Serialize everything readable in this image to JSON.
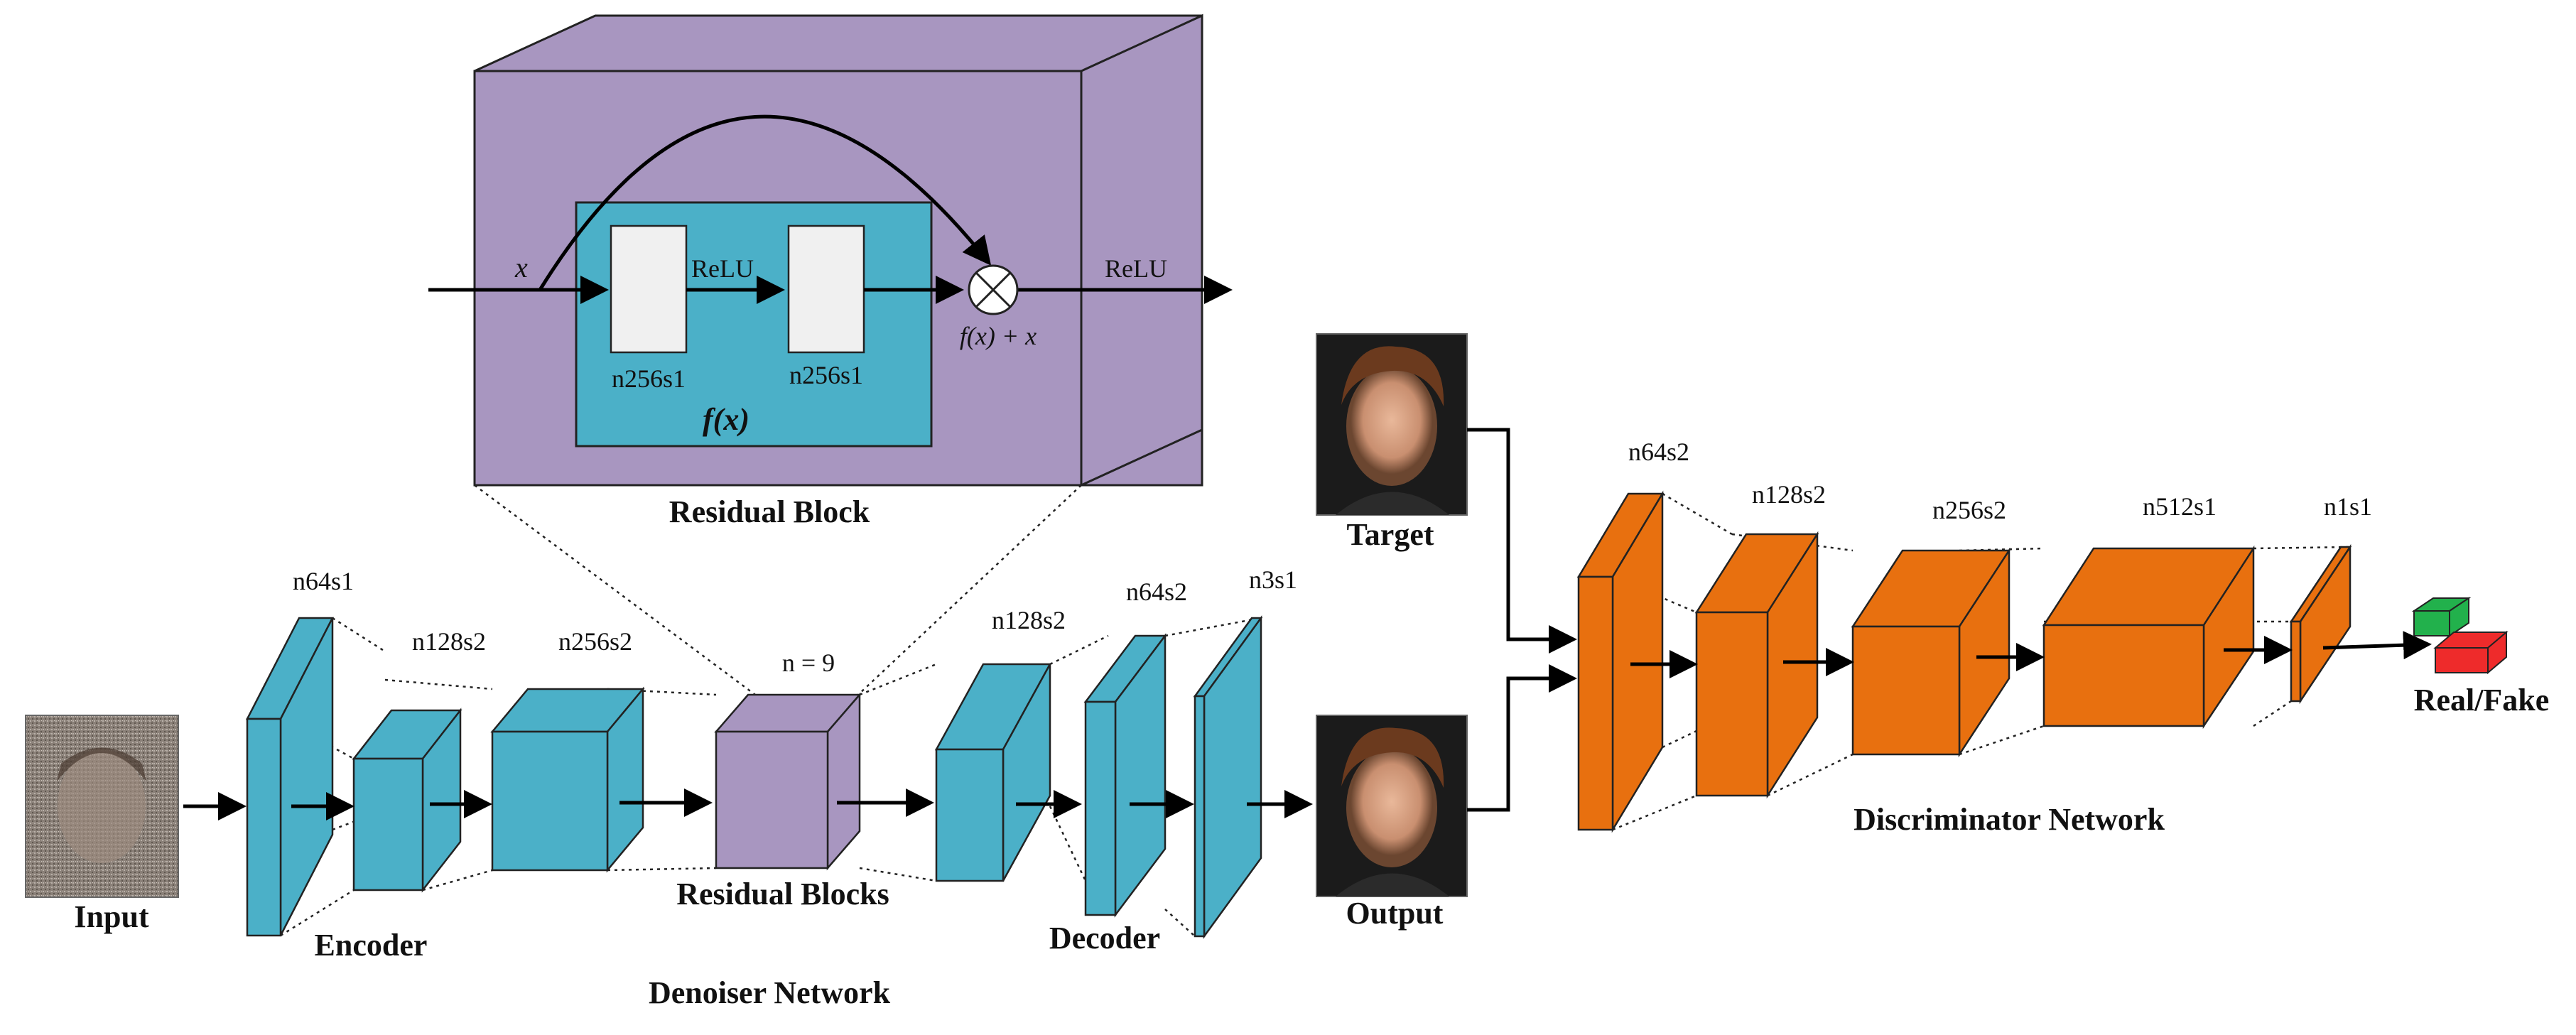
{
  "residual_block": {
    "title": "Residual Block",
    "input_label": "x",
    "relu_inner": "ReLU",
    "relu_outer": "ReLU",
    "conv1_label": "n256s1",
    "conv2_label": "n256s1",
    "fx_label": "f(x)",
    "sum_label": "f(x) + x"
  },
  "denoiser": {
    "title": "Denoiser Network",
    "encoder_label": "Encoder",
    "decoder_label": "Decoder",
    "residual_label": "Residual Blocks",
    "n_label": "n = 9",
    "layers": [
      "n64s1",
      "n128s2",
      "n256s2",
      "n128s2",
      "n64s2",
      "n3s1"
    ]
  },
  "images": {
    "input_label": "Input",
    "target_label": "Target",
    "output_label": "Output"
  },
  "discriminator": {
    "title": "Discriminator Network",
    "layers": [
      "n64s2",
      "n128s2",
      "n256s2",
      "n512s1",
      "n1s1"
    ],
    "result_label": "Real/Fake"
  },
  "colors": {
    "teal": "#4bb0c8",
    "purple": "#a896c0",
    "orange": "#e8700f",
    "green": "#22b14c",
    "red": "#ee2b2b"
  }
}
